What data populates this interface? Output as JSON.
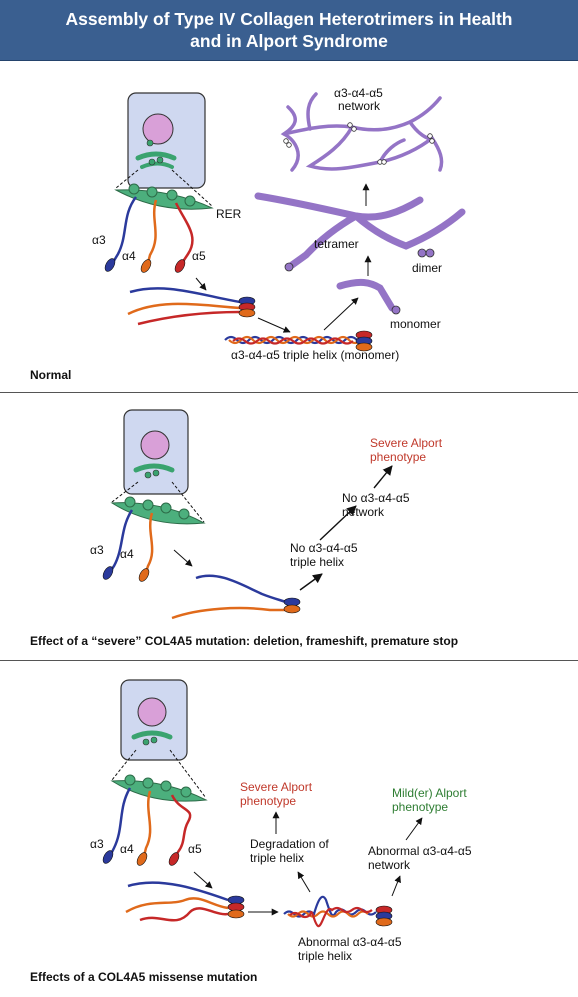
{
  "title": {
    "line1": "Assembly of Type IV Collagen Heterotrimers in Health",
    "line2": "and in Alport Syndrome"
  },
  "colors": {
    "header_bg": "#3a5f90",
    "cell": "#cfd8f0",
    "nucleus": "#d9a0d8",
    "rer": "#4caf7d",
    "alpha3": "#2b3a9c",
    "alpha4": "#e06a1b",
    "alpha5": "#c62828",
    "network": "#9474c6",
    "severe_text": "#c0392b",
    "mild_text": "#2e7d32"
  },
  "normal": {
    "caption": "Normal",
    "rer": "RER",
    "a3": "α3",
    "a4": "α4",
    "a5": "α5",
    "triple_helix": "α3-α4-α5 triple helix (monomer)",
    "monomer": "monomer",
    "dimer": "dimer",
    "tetramer": "tetramer",
    "network_l1": "α3-α4-α5",
    "network_l2": "network"
  },
  "severe": {
    "caption": "Effect of a “severe” COL4A5 mutation: deletion, frameshift, premature stop",
    "a3": "α3",
    "a4": "α4",
    "no_helix_l1": "No α3-α4-α5",
    "no_helix_l2": "triple helix",
    "no_network_l1": "No α3-α4-α5",
    "no_network_l2": "network",
    "phenotype_l1": "Severe Alport",
    "phenotype_l2": "phenotype"
  },
  "missense": {
    "caption": "Effects of a COL4A5 missense mutation",
    "a3": "α3",
    "a4": "α4",
    "a5": "α5",
    "abn_helix_l1": "Abnormal α3-α4-α5",
    "abn_helix_l2": "triple helix",
    "degradation_l1": "Degradation of",
    "degradation_l2": "triple helix",
    "abn_network_l1": "Abnormal α3-α4-α5",
    "abn_network_l2": "network",
    "severe_l1": "Severe Alport",
    "severe_l2": "phenotype",
    "mild_l1": "Mild(er) Alport",
    "mild_l2": "phenotype"
  }
}
